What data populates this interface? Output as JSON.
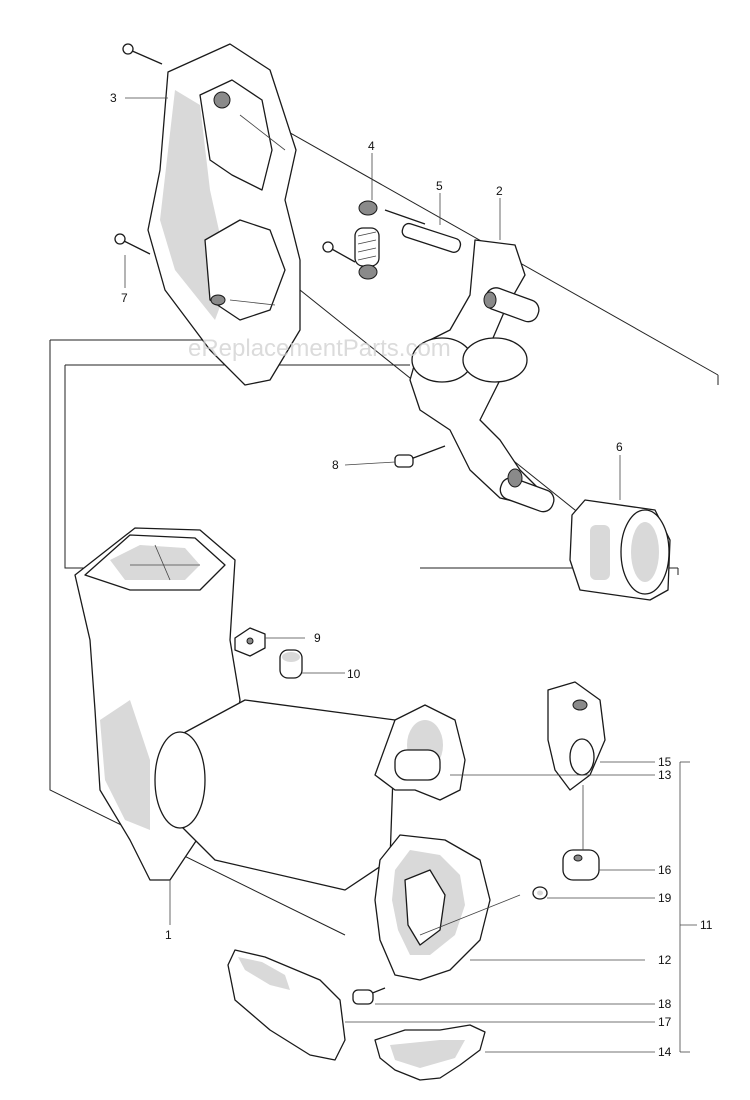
{
  "watermark": "eReplacementParts.com",
  "callouts": [
    "1",
    "2",
    "3",
    "4",
    "5",
    "6",
    "7",
    "8",
    "9",
    "10",
    "11",
    "12",
    "13",
    "14",
    "15",
    "16",
    "17",
    "18",
    "19"
  ]
}
